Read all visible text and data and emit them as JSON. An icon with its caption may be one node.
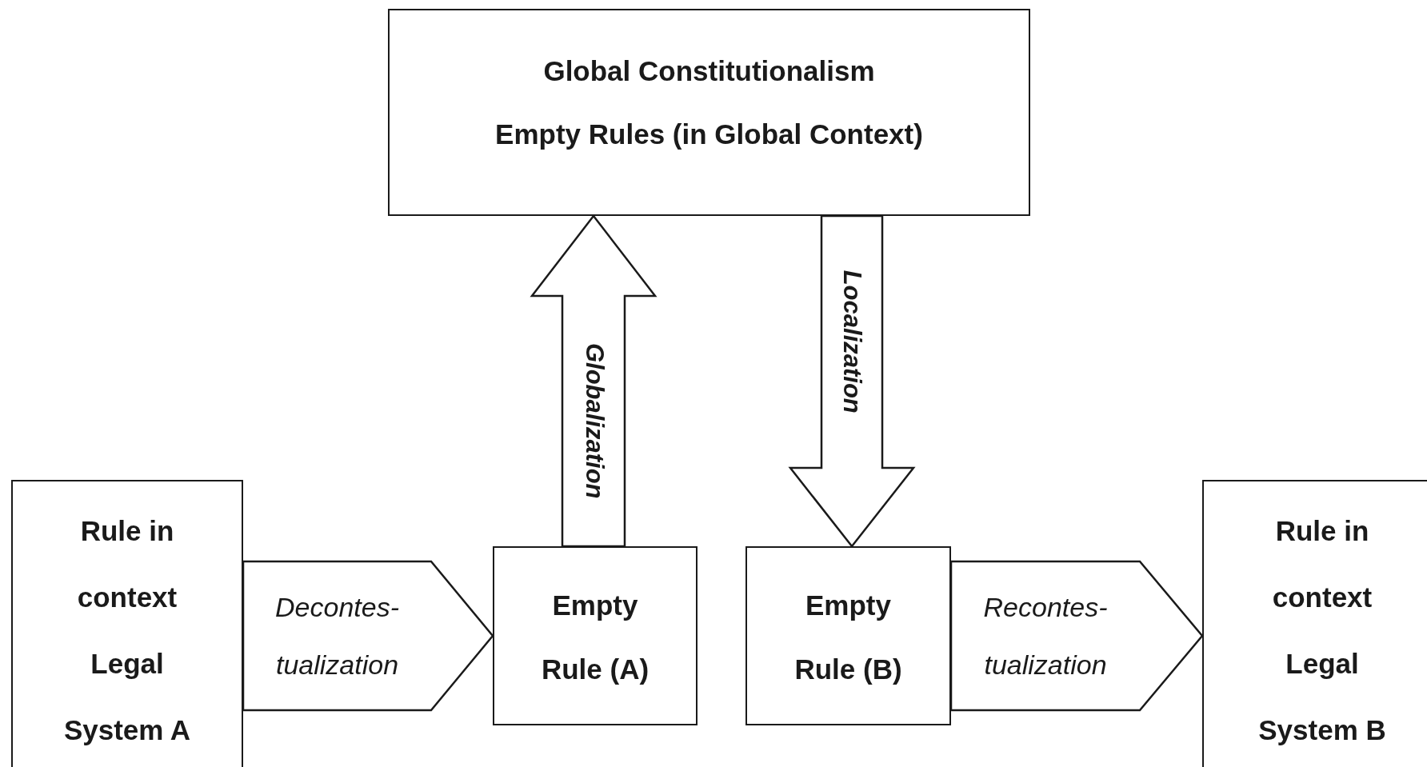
{
  "diagram": {
    "nodes": [
      {
        "text": [
          "Global Constitutionalism",
          "Empty Rules (in Global Context)"
        ]
      },
      {
        "text": [
          "Rule in context Legal System A"
        ]
      },
      {
        "text": [
          "Empty Rule (A)"
        ]
      },
      {
        "text": [
          "Empty Rule (B)"
        ]
      },
      {
        "text": [
          "Rule in context Legal System B"
        ]
      }
    ],
    "edges": [
      {
        "from": 1,
        "to": 2,
        "arrow": "to",
        "label": "Decontes- tualization"
      },
      {
        "from": 2,
        "to": 0,
        "arrow": "to",
        "label": "Globalization"
      },
      {
        "from": 0,
        "to": 3,
        "arrow": "to",
        "label": "Localization"
      },
      {
        "from": 3,
        "to": 4,
        "arrow": "to",
        "label": "Recontes- tualization"
      }
    ]
  }
}
